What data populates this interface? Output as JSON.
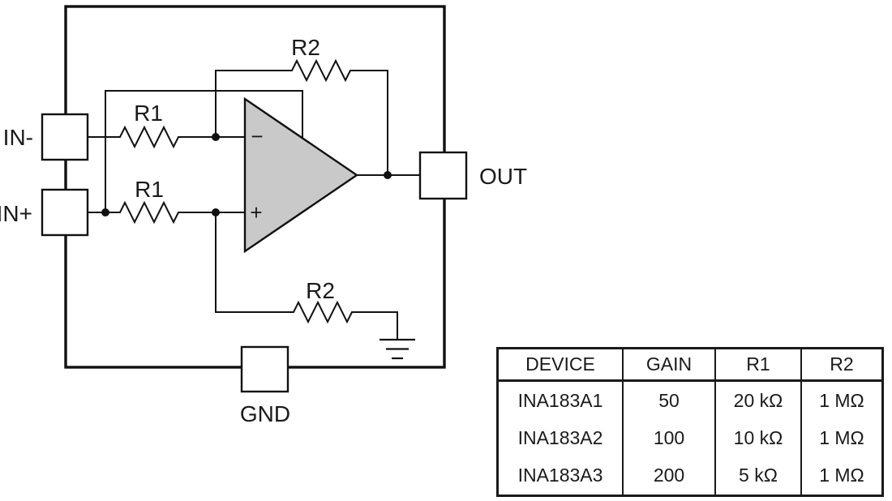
{
  "figure": {
    "pins": {
      "in_minus": "IN-",
      "in_plus": "IN+",
      "out": "OUT",
      "gnd": "GND"
    },
    "resistors": {
      "r1": "R1",
      "r2": "R2"
    },
    "opamp": {
      "minus": "−",
      "plus": "+"
    },
    "colors": {
      "opamp_fill": "#c9c9c9",
      "line": "#111111"
    }
  },
  "table": {
    "headers": {
      "device": "DEVICE",
      "gain": "GAIN",
      "r1": "R1",
      "r2": "R2"
    },
    "rows": [
      {
        "device": "INA183A1",
        "gain": "50",
        "r1": "20 kΩ",
        "r2": "1 MΩ"
      },
      {
        "device": "INA183A2",
        "gain": "100",
        "r1": "10 kΩ",
        "r2": "1 MΩ"
      },
      {
        "device": "INA183A3",
        "gain": "200",
        "r1": "5 kΩ",
        "r2": "1 MΩ"
      }
    ]
  }
}
